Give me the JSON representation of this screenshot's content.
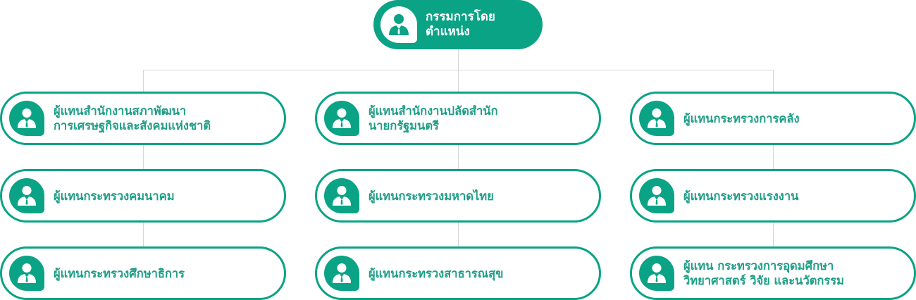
{
  "colors": {
    "accent": "#0aa385",
    "connector": "#d6d6d6",
    "text_accent": "#1e9e86"
  },
  "root": {
    "label": "กรรมการโดย\nตำแหน่ง",
    "icon": "person-icon"
  },
  "nodes": [
    {
      "label": "ผู้แทนสำนักงานสภาพัฒนา\nการเศรษฐกิจและสังคมแห่งชาติ",
      "icon": "person-icon"
    },
    {
      "label": "ผู้แทนสำนักงานปลัดสำนัก\nนายกรัฐมนตรี",
      "icon": "person-icon"
    },
    {
      "label": "ผู้แทนกระทรวงการคลัง",
      "icon": "person-icon"
    },
    {
      "label": "ผู้แทนกระทรวงคมนาคม",
      "icon": "person-icon"
    },
    {
      "label": "ผู้แทนกระทรวงมหาดไทย",
      "icon": "person-icon"
    },
    {
      "label": "ผู้แทนกระทรวงแรงงาน",
      "icon": "person-icon"
    },
    {
      "label": "ผู้แทนกระทรวงศึกษาธิการ",
      "icon": "person-icon"
    },
    {
      "label": "ผู้แทนกระทรวงสาธารณสุข",
      "icon": "person-icon"
    },
    {
      "label": "ผู้แทน กระทรวงการอุดมศึกษา\nวิทยาศาสตร์ วิจัย และนวัตกรรม",
      "icon": "person-icon"
    }
  ]
}
